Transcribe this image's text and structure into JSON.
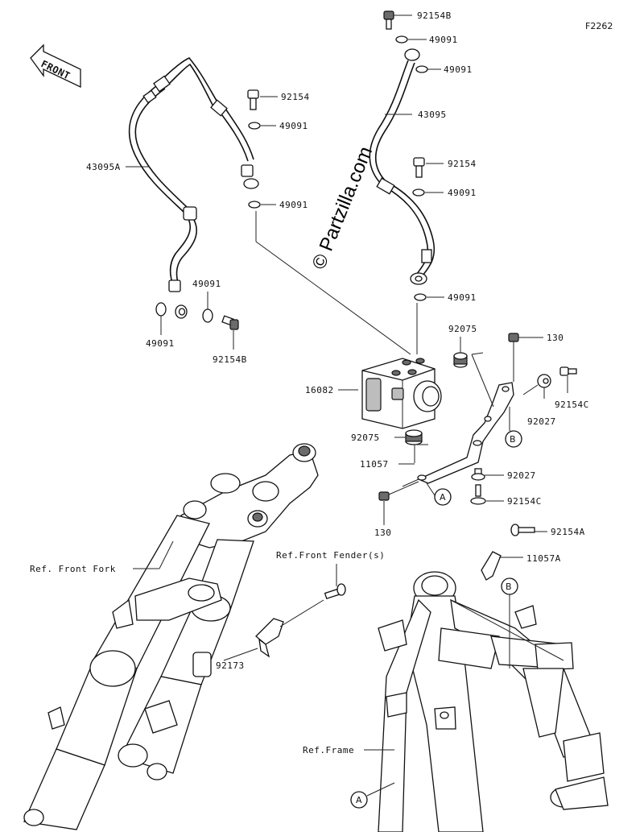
{
  "figure_code": "F2262",
  "front_arrow_label": "FRONT",
  "watermark": "© Partzilla.com",
  "part_labels": {
    "p92154B_top": "92154B",
    "p49091_top": "49091",
    "p49091_top2": "49091",
    "p92154_left": "92154",
    "p49091_left1": "49091",
    "p43095A": "43095A",
    "p49091_left2": "49091",
    "p43095": "43095",
    "p92154_right": "92154",
    "p49091_right": "49091",
    "p49091_bottom_left_a": "49091",
    "p49091_bottom_left_b": "49091",
    "p92154B_bottom": "92154B",
    "p49091_mid": "49091",
    "p92075_top": "92075",
    "p130_top": "130",
    "p16082": "16082",
    "p92154C_right": "92154C",
    "p92027_right": "92027",
    "p92075_bottom": "92075",
    "p11057": "11057",
    "p92027_bottom": "92027",
    "p92154C_bottom": "92154C",
    "p130_bottom": "130",
    "p92154A": "92154A",
    "p11057A": "11057A",
    "p92173": "92173"
  },
  "reference_labels": {
    "front_fork": "Ref. Front Fork",
    "front_fender": "Ref.Front Fender(s)",
    "frame": "Ref.Frame"
  },
  "callouts": {
    "A": "A",
    "B": "B"
  }
}
